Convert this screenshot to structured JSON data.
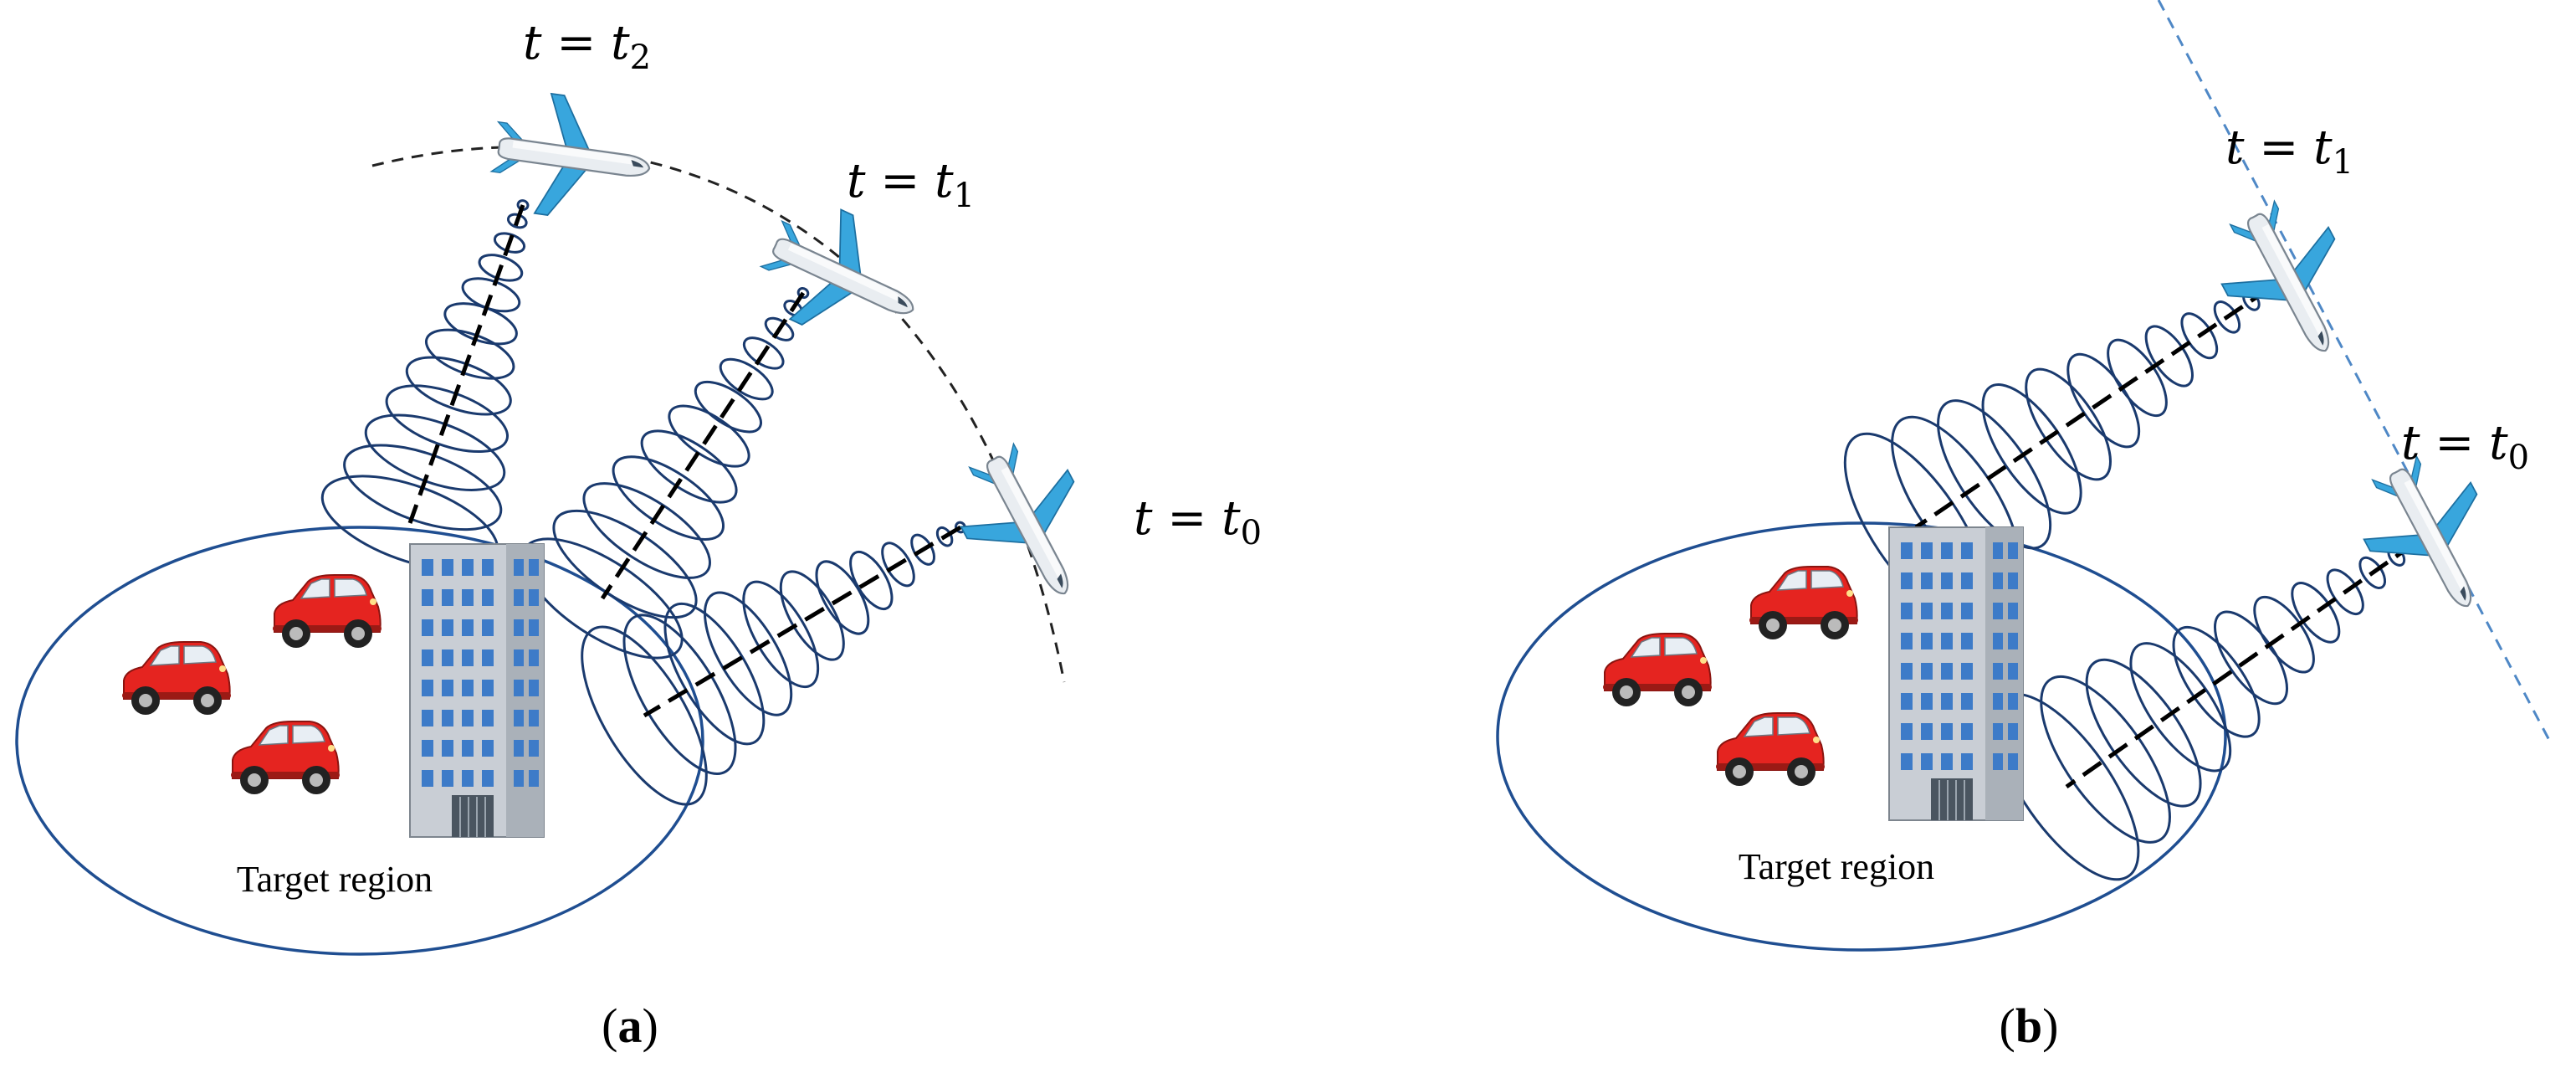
{
  "panels": [
    {
      "id": "a",
      "caption_open": "(",
      "caption_letter": "a",
      "caption_close": ")",
      "region_label": "Target region",
      "aircraft": [
        {
          "var": "t",
          "eq": "=",
          "sym": "t",
          "sub": "2"
        },
        {
          "var": "t",
          "eq": "=",
          "sym": "t",
          "sub": "1"
        },
        {
          "var": "t",
          "eq": "=",
          "sym": "t",
          "sub": "0"
        }
      ],
      "trajectory": "circular arc"
    },
    {
      "id": "b",
      "caption_open": "(",
      "caption_letter": "b",
      "caption_close": ")",
      "region_label": "Target region",
      "aircraft": [
        {
          "var": "t",
          "eq": "=",
          "sym": "t",
          "sub": "1"
        },
        {
          "var": "t",
          "eq": "=",
          "sym": "t",
          "sub": "0"
        }
      ],
      "trajectory": "straight line"
    }
  ],
  "colors": {
    "beam": "#1a3a6e",
    "region": "#1f4e91",
    "arc": "#222222",
    "straight_path": "#4f88c6",
    "car": "#e52420",
    "fuselage": "#e9edf1",
    "wing": "#38a6dd",
    "window": "#3d7bc8",
    "building": "#c9ced5"
  },
  "icons": [
    "airplane-icon",
    "car-icon",
    "building-icon"
  ]
}
